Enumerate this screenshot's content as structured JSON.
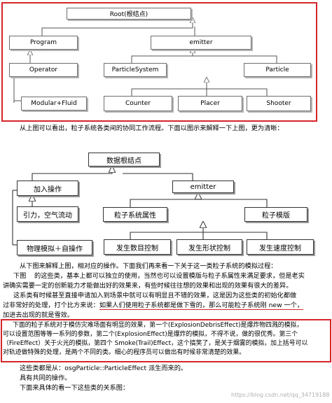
{
  "diagram1": {
    "root": "Root(根结点)",
    "program": "Program",
    "emitter": "emitter",
    "operator": "Operator",
    "modular_fluid": "Modular+Fluid",
    "particle_system": "ParticleSystem",
    "particle": "Particle",
    "counter": "Counter",
    "placer": "Placer",
    "shooter": "Shooter"
  },
  "caption1": "从上图可以看出，粒子系统各类间的协同工作流程。下面以图示来解释一下上图，更为清晰：",
  "diagram2": {
    "root": "数据根结点",
    "add_op": "加入操作",
    "emitter": "emitter",
    "gravity": "引力，空气流动",
    "physics": "物理模拟＋自操作",
    "ps_attr": "粒子系统属性",
    "particle_template": "粒子模版",
    "count_ctrl": "发生数目控制",
    "shape_ctrl": "发生形状控制",
    "speed_ctrl": "发生速度控制"
  },
  "paragraph": {
    "l1": "从下图来解释上图，相对应的操作。下面我们再来看一下关于这一类粒子系统的模拟过程：",
    "l2": "下图    的这些类，基本上都可以独立的使用，当然也可以设置模版与粒子系属性来满足要求，但是老实",
    "l3": "讲确实需要一定的创新能力才能做出好的效果来，有些时候往往想的效果和出现的效果有很大的差异。",
    "l4": "这系类有时候甚至直接申请加入到场景中就可以有明显且不错的效果，这是因为这些类的初始化都做",
    "l5a": "过非常好的处理，打个比方来说：",
    "l5b": "如果人们使用粒子系统都是做下雪的，那么可能粒子系统刚 new 一个，",
    "l6": "加进去出现的就是雪效。"
  },
  "boxed": {
    "l1": "下面的粒子系统对于模仿灾难场面有明显的效果，第一个(ExplosionDebrisEffect)是爆炸物四溅的模拟，",
    "l2": "可以设置范围等等一系列的参数，第二个(ExplosionEffect)是爆炸的模拟，不得不说，做的很优秀。第三个",
    "l3": "（FireEffect）关于火光的模拟，第四个 Smoke(Trail)Effect，这个搞笑了，是关于烟雾的模拟，加上括号可以",
    "l4": "对轨迹做特殊的处理，是两个不同的类。细心的程序员可以做出有时候非常清楚的效果。"
  },
  "tail": {
    "l1": "这些类都是从：osgParticle::ParticleEffect 派生而来的。",
    "l2": "具有共同的操作。",
    "l3": "下面来具体的看一下这些类的关系图：",
    "watermark": "https://blog.csdn.net/qq_34719188"
  },
  "colors": {
    "accent_red": "#d6262b",
    "line_gray": "#555555"
  }
}
